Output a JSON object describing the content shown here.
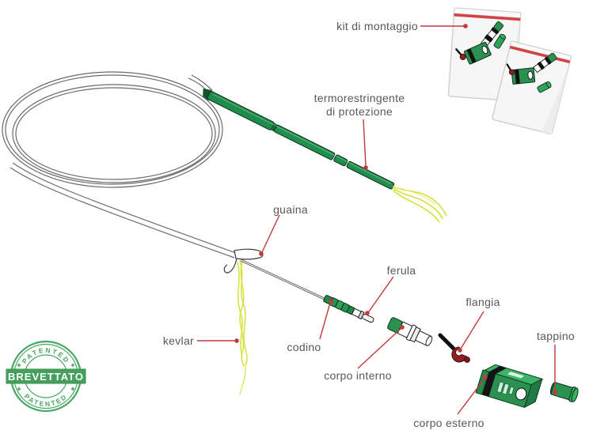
{
  "labels": {
    "kit_di_montaggio": "kit di montaggio",
    "termorestringente_line1": "termorestringente",
    "termorestringente_line2": "di protezione",
    "guaina": "guaina",
    "kevlar": "kevlar",
    "codino": "codino",
    "ferula": "ferula",
    "corpo_interno": "corpo interno",
    "flangia": "flangia",
    "corpo_esterno": "corpo esterno",
    "tappino": "tappino"
  },
  "stamp": {
    "banner_text": "BREVETTATO",
    "top_arc_text": "PATENTED",
    "bottom_arc_text": "PATENTED",
    "color": "#46a05c"
  },
  "colors": {
    "label_text": "#57585a",
    "leader_line": "#c0393b",
    "connector_green": "#2a9150",
    "connector_green_dark": "#1f7a45",
    "connector_green_light": "#3cb368",
    "heat_shrink_green": "#1f8a4a",
    "kevlar_yellow": "#d9e03c",
    "bag_zip_red": "#d24343",
    "flange_red": "#8e2020",
    "cable_outline": "#6a6a6a",
    "background": "#ffffff"
  }
}
